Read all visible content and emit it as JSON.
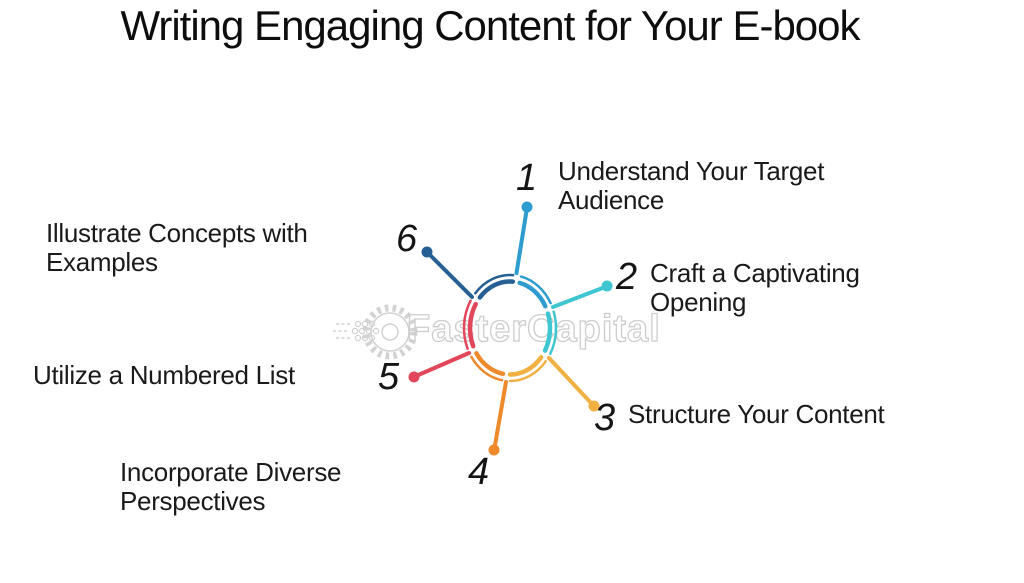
{
  "title": "Writing Engaging Content for Your E-book",
  "watermark": {
    "text": "FasterCapital",
    "color": "#cdcdcd"
  },
  "items": [
    {
      "num": "1",
      "label": "Understand Your Target\nAudience",
      "color": "#2E9CCF"
    },
    {
      "num": "2",
      "label": "Craft a Captivating\nOpening",
      "color": "#3FC6D0"
    },
    {
      "num": "3",
      "label": "Structure Your Content",
      "color": "#F1B042"
    },
    {
      "num": "4",
      "label": "Incorporate Diverse\nPerspectives",
      "color": "#EE8A2C"
    },
    {
      "num": "5",
      "label": "Utilize a Numbered List",
      "color": "#E2465A"
    },
    {
      "num": "6",
      "label": "Illustrate Concepts with\nExamples",
      "color": "#255F94"
    }
  ]
}
